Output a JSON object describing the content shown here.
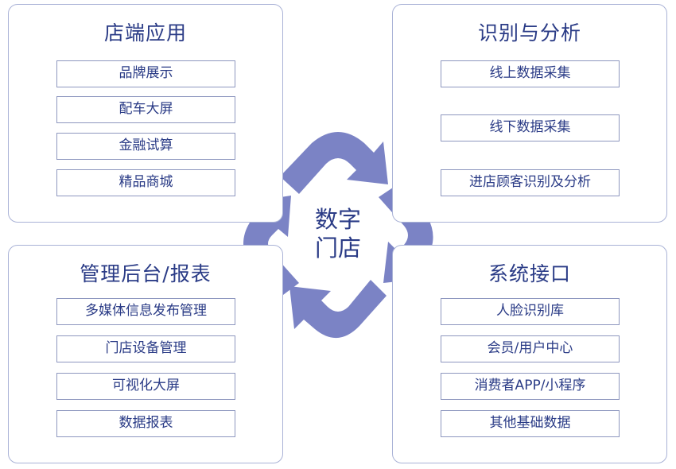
{
  "center": {
    "line1": "数字",
    "line2": "门店"
  },
  "panels": {
    "store_apps": {
      "title": "店端应用",
      "items": [
        "品牌展示",
        "配车大屏",
        "金融试算",
        "精品商城"
      ]
    },
    "recognition": {
      "title": "识别与分析",
      "items": [
        "线上数据采集",
        "线下数据采集",
        "进店顾客识别及分析"
      ]
    },
    "backend": {
      "title": "管理后台/报表",
      "items": [
        "多媒体信息发布管理",
        "门店设备管理",
        "可视化大屏",
        "数据报表"
      ]
    },
    "interfaces": {
      "title": "系统接口",
      "items": [
        "人脸识别库",
        "会员/用户中心",
        "消费者APP/小程序",
        "其他基础数据"
      ]
    }
  },
  "colors": {
    "accent": "#2a3b86",
    "arrow": "#7b83c5",
    "border": "#a9b2d6"
  }
}
